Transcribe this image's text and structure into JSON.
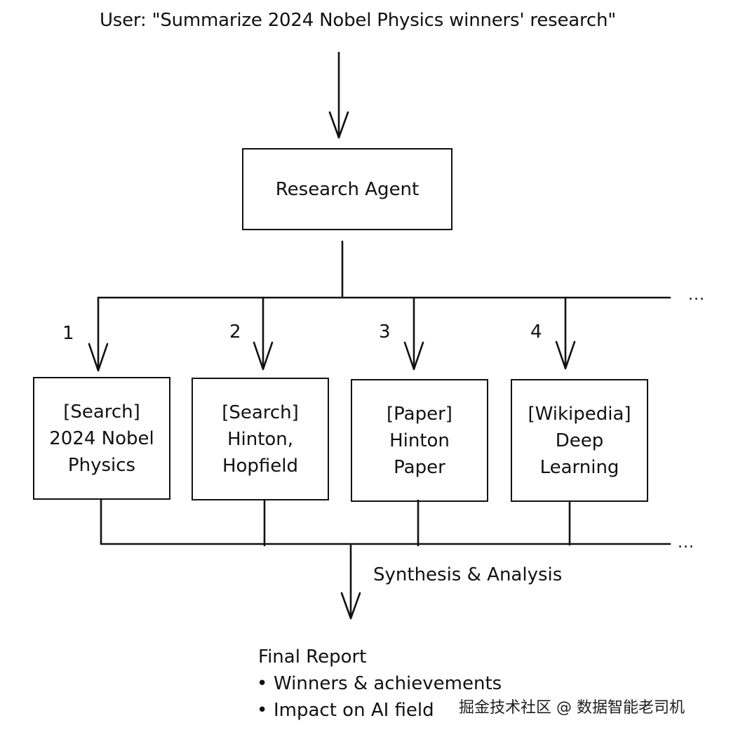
{
  "user_query": "User: \"Summarize 2024 Nobel Physics winners' research\"",
  "agent": {
    "label": "Research Agent"
  },
  "fan_out_ellipsis": "...",
  "tools": [
    {
      "number": "1",
      "lines": [
        "[Search]",
        "2024 Nobel",
        "Physics"
      ]
    },
    {
      "number": "2",
      "lines": [
        "[Search]",
        "Hinton,",
        "Hopfield"
      ]
    },
    {
      "number": "3",
      "lines": [
        "[Paper]",
        "Hinton",
        "Paper"
      ]
    },
    {
      "number": "4",
      "lines": [
        "[Wikipedia]",
        "Deep",
        "Learning"
      ]
    }
  ],
  "fan_in_ellipsis": "...",
  "synthesis": {
    "label": "Synthesis & Analysis"
  },
  "final_report": {
    "title": "Final Report",
    "bullet": "•",
    "items": [
      "Winners & achievements",
      "Impact on AI field"
    ]
  },
  "watermark": "掘金技术社区 @ 数据智能老司机"
}
